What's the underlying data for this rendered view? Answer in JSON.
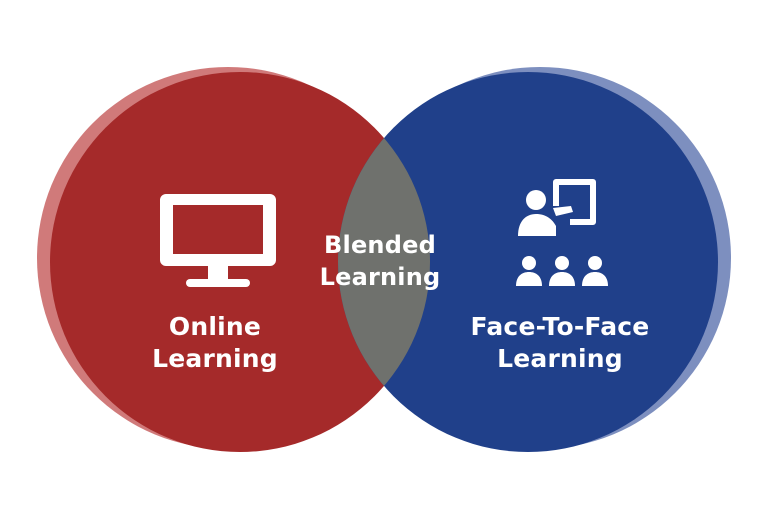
{
  "diagram": {
    "type": "venn",
    "colors": {
      "online": "#a52a2a",
      "online_shadow": "#d07a7a",
      "face_to_face": "#20408a",
      "face_to_face_shadow": "#7d8fbf",
      "overlap": "#6f716d",
      "text": "#ffffff"
    },
    "online": {
      "line1": "Online",
      "line2": "Learning",
      "icon": "monitor-icon"
    },
    "face_to_face": {
      "line1": "Face-To-Face",
      "line2": "Learning",
      "icon": "classroom-presentation-icon"
    },
    "overlap": {
      "line1": "Blended",
      "line2": "Learning"
    }
  }
}
